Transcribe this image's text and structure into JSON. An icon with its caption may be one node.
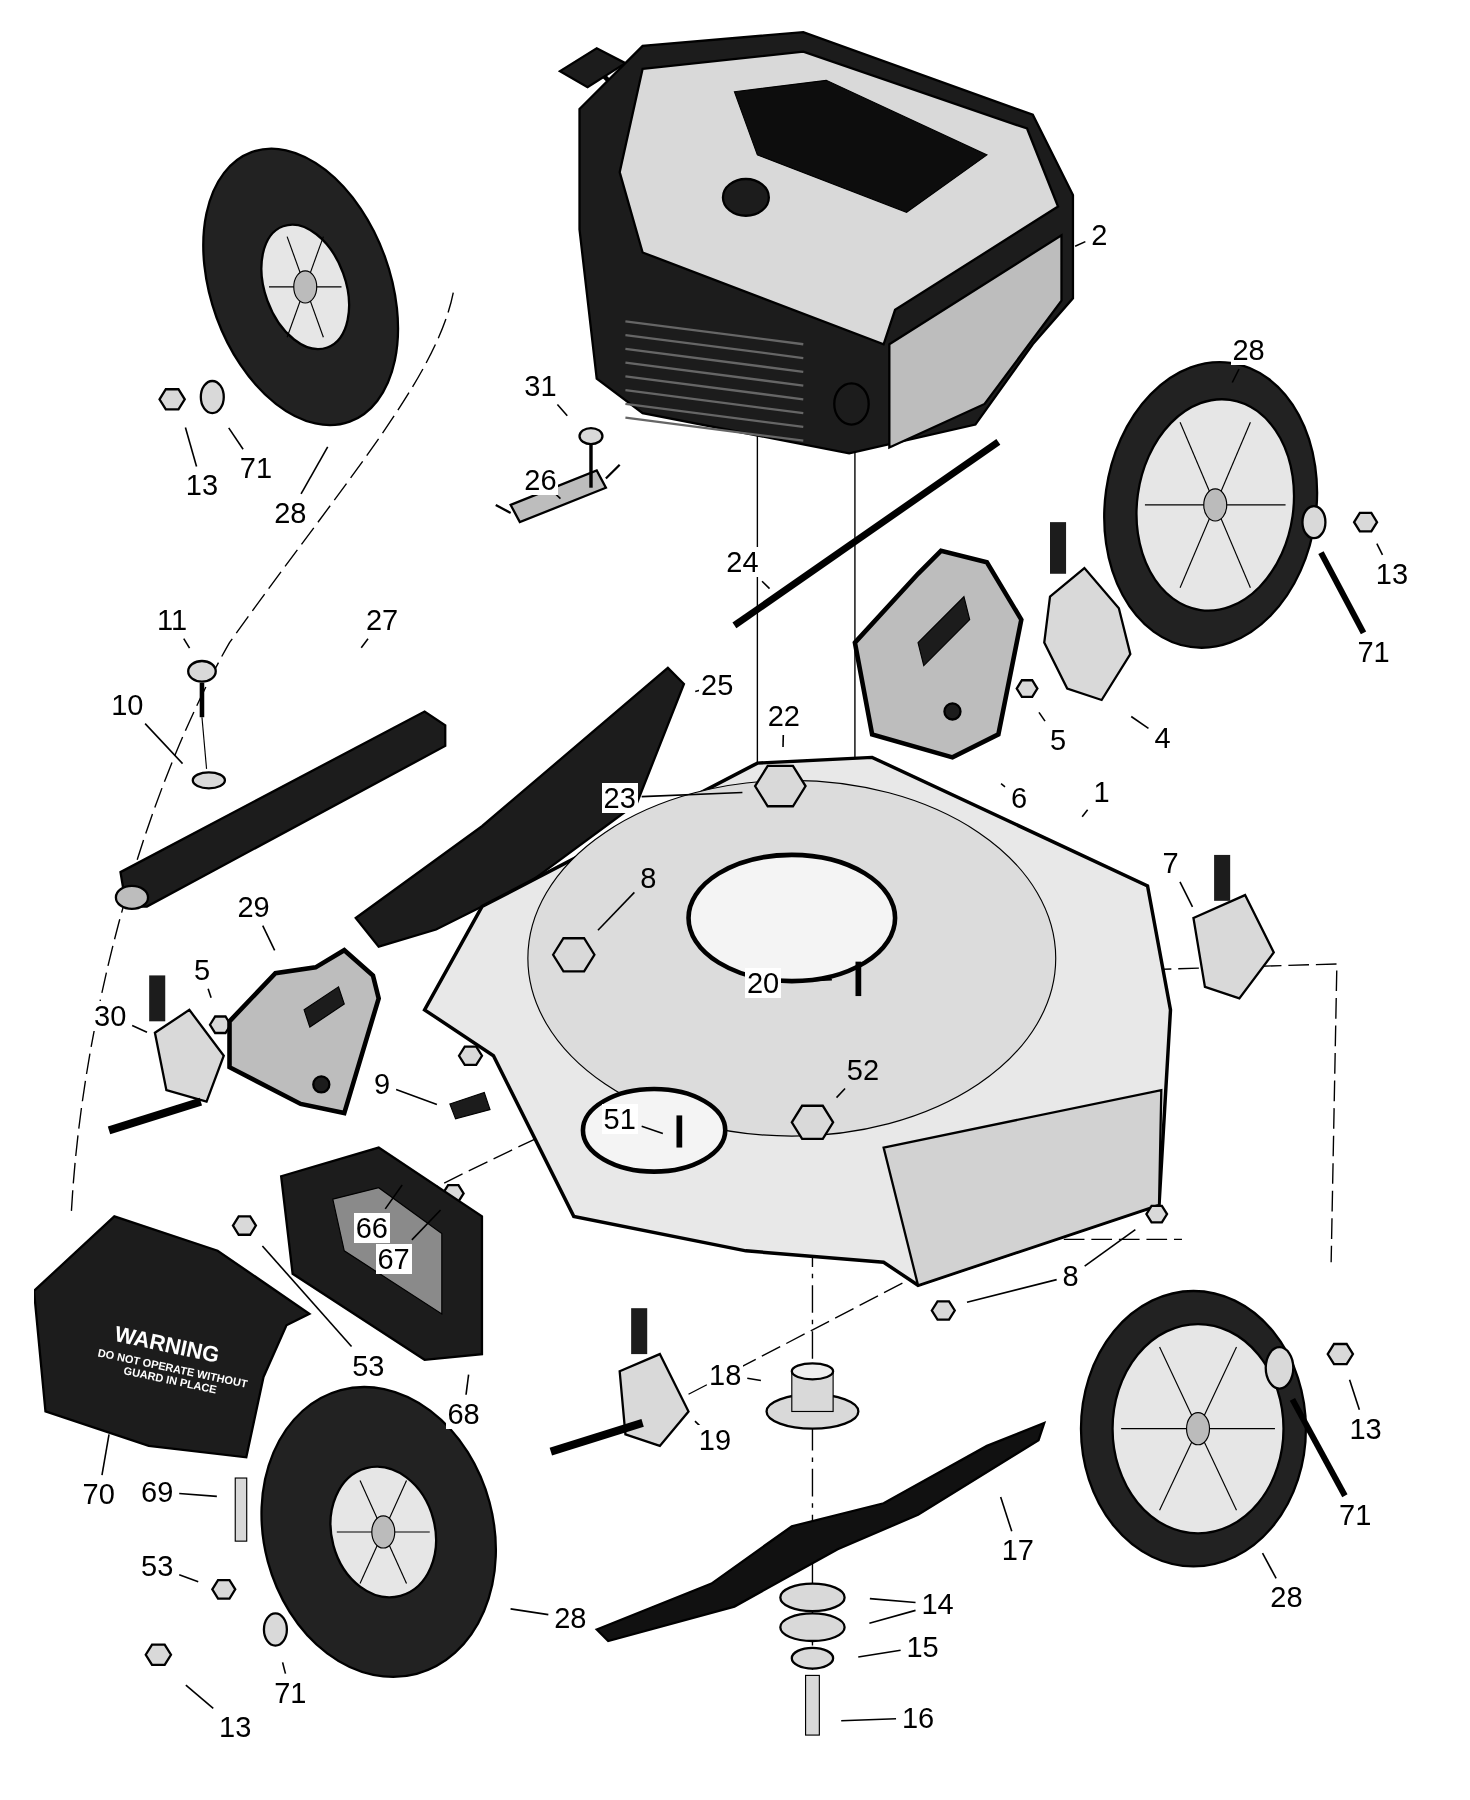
{
  "diagram": {
    "nodes": [
      {
        "text": [
          "2"
        ]
      },
      {
        "text": [
          "28"
        ]
      },
      {
        "text": [
          "31"
        ]
      },
      {
        "text": [
          "13"
        ]
      },
      {
        "text": [
          "71"
        ]
      },
      {
        "text": [
          "28"
        ]
      },
      {
        "text": [
          "26"
        ]
      },
      {
        "text": [
          "13"
        ]
      },
      {
        "text": [
          "24"
        ]
      },
      {
        "text": [
          "71"
        ]
      },
      {
        "text": [
          "11"
        ]
      },
      {
        "text": [
          "27"
        ]
      },
      {
        "text": [
          "25"
        ]
      },
      {
        "text": [
          "22"
        ]
      },
      {
        "text": [
          "5"
        ]
      },
      {
        "text": [
          "4"
        ]
      },
      {
        "text": [
          "10"
        ]
      },
      {
        "text": [
          "23"
        ]
      },
      {
        "text": [
          "6"
        ]
      },
      {
        "text": [
          "1"
        ]
      },
      {
        "text": [
          "8"
        ]
      },
      {
        "text": [
          "29"
        ]
      },
      {
        "text": [
          "7"
        ]
      },
      {
        "text": [
          "20"
        ]
      },
      {
        "text": [
          "5"
        ]
      },
      {
        "text": [
          "30"
        ]
      },
      {
        "text": [
          "52"
        ]
      },
      {
        "text": [
          "9"
        ]
      },
      {
        "text": [
          "51"
        ]
      },
      {
        "text": [
          "66"
        ]
      },
      {
        "text": [
          "67"
        ]
      },
      {
        "text": [
          "53"
        ]
      },
      {
        "text": [
          "8"
        ]
      },
      {
        "text": [
          "18"
        ]
      },
      {
        "text": [
          "68"
        ]
      },
      {
        "text": [
          "13"
        ]
      },
      {
        "text": [
          "19"
        ]
      },
      {
        "text": [
          "70"
        ]
      },
      {
        "text": [
          "69"
        ]
      },
      {
        "text": [
          "71"
        ]
      },
      {
        "text": [
          "17"
        ]
      },
      {
        "text": [
          "53"
        ]
      },
      {
        "text": [
          "28"
        ]
      },
      {
        "text": [
          "14"
        ]
      },
      {
        "text": [
          "28"
        ]
      },
      {
        "text": [
          "15"
        ]
      },
      {
        "text": [
          "71"
        ]
      },
      {
        "text": [
          "16"
        ]
      },
      {
        "text": [
          "13"
        ]
      },
      {
        "text": [
          "WARNING",
          "DO NOT OPERATE WITHOUT GUARD IN PLACE"
        ]
      }
    ],
    "edges": [
      {
        "from": 0,
        "to": null,
        "arrow": "none"
      },
      {
        "from": 1,
        "to": null,
        "arrow": "none"
      },
      {
        "from": 2,
        "to": null,
        "arrow": "none"
      },
      {
        "from": 3,
        "to": null,
        "arrow": "none"
      },
      {
        "from": 4,
        "to": null,
        "arrow": "none"
      },
      {
        "from": 5,
        "to": null,
        "arrow": "none"
      },
      {
        "from": 6,
        "to": null,
        "arrow": "none"
      },
      {
        "from": 7,
        "to": null,
        "arrow": "none"
      },
      {
        "from": 8,
        "to": null,
        "arrow": "none"
      },
      {
        "from": 9,
        "to": null,
        "arrow": "none",
        "style": "thick"
      },
      {
        "from": 10,
        "to": null,
        "arrow": "none"
      },
      {
        "from": 11,
        "to": null,
        "arrow": "none"
      },
      {
        "from": 12,
        "to": null,
        "arrow": "none"
      },
      {
        "from": 13,
        "to": null,
        "arrow": "none"
      },
      {
        "from": 14,
        "to": null,
        "arrow": "none"
      },
      {
        "from": 15,
        "to": null,
        "arrow": "none"
      },
      {
        "from": 16,
        "to": null,
        "arrow": "none"
      },
      {
        "from": 17,
        "to": null,
        "arrow": "none"
      },
      {
        "from": 18,
        "to": null,
        "arrow": "none"
      },
      {
        "from": 19,
        "to": null,
        "arrow": "none"
      },
      {
        "from": 20,
        "to": null,
        "arrow": "none"
      },
      {
        "from": 21,
        "to": null,
        "arrow": "none"
      },
      {
        "from": 22,
        "to": null,
        "arrow": "none"
      },
      {
        "from": 23,
        "to": null,
        "arrow": "none"
      },
      {
        "from": 24,
        "to": null,
        "arrow": "none"
      },
      {
        "from": 25,
        "to": null,
        "arrow": "none"
      },
      {
        "from": 26,
        "to": null,
        "arrow": "none"
      },
      {
        "from": 27,
        "to": null,
        "arrow": "none"
      },
      {
        "from": 28,
        "to": null,
        "arrow": "none"
      },
      {
        "from": 29,
        "to": null,
        "arrow": "none"
      },
      {
        "from": 30,
        "to": null,
        "arrow": "none"
      },
      {
        "from": 31,
        "to": null,
        "arrow": "none"
      },
      {
        "from": 32,
        "to": null,
        "arrow": "none"
      },
      {
        "from": 32,
        "to": null,
        "arrow": "none"
      },
      {
        "from": 33,
        "to": null,
        "arrow": "none"
      },
      {
        "from": 34,
        "to": null,
        "arrow": "none"
      },
      {
        "from": 35,
        "to": null,
        "arrow": "none"
      },
      {
        "from": 36,
        "to": null,
        "arrow": "none"
      },
      {
        "from": 37,
        "to": 49,
        "arrow": "none"
      },
      {
        "from": 38,
        "to": null,
        "arrow": "none"
      },
      {
        "from": 39,
        "to": null,
        "arrow": "none",
        "style": "thick"
      },
      {
        "from": 40,
        "to": null,
        "arrow": "none"
      },
      {
        "from": 41,
        "to": null,
        "arrow": "none"
      },
      {
        "from": 42,
        "to": null,
        "arrow": "none"
      },
      {
        "from": 43,
        "to": null,
        "arrow": "none"
      },
      {
        "from": 43,
        "to": null,
        "arrow": "none"
      },
      {
        "from": 44,
        "to": null,
        "arrow": "none"
      },
      {
        "from": 45,
        "to": null,
        "arrow": "none"
      },
      {
        "from": 46,
        "to": null,
        "arrow": "none"
      },
      {
        "from": 47,
        "to": null,
        "arrow": "none"
      },
      {
        "from": 48,
        "to": null,
        "arrow": "none"
      }
    ]
  }
}
